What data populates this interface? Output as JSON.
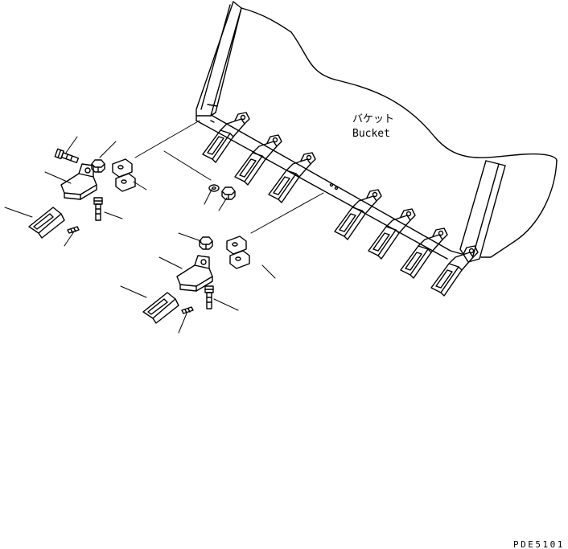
{
  "labels": {
    "bucket_jp": "バケット",
    "bucket_en": "Bucket",
    "figure_code": "PDE5101"
  },
  "colors": {
    "line": "#000000",
    "background": "#ffffff"
  }
}
